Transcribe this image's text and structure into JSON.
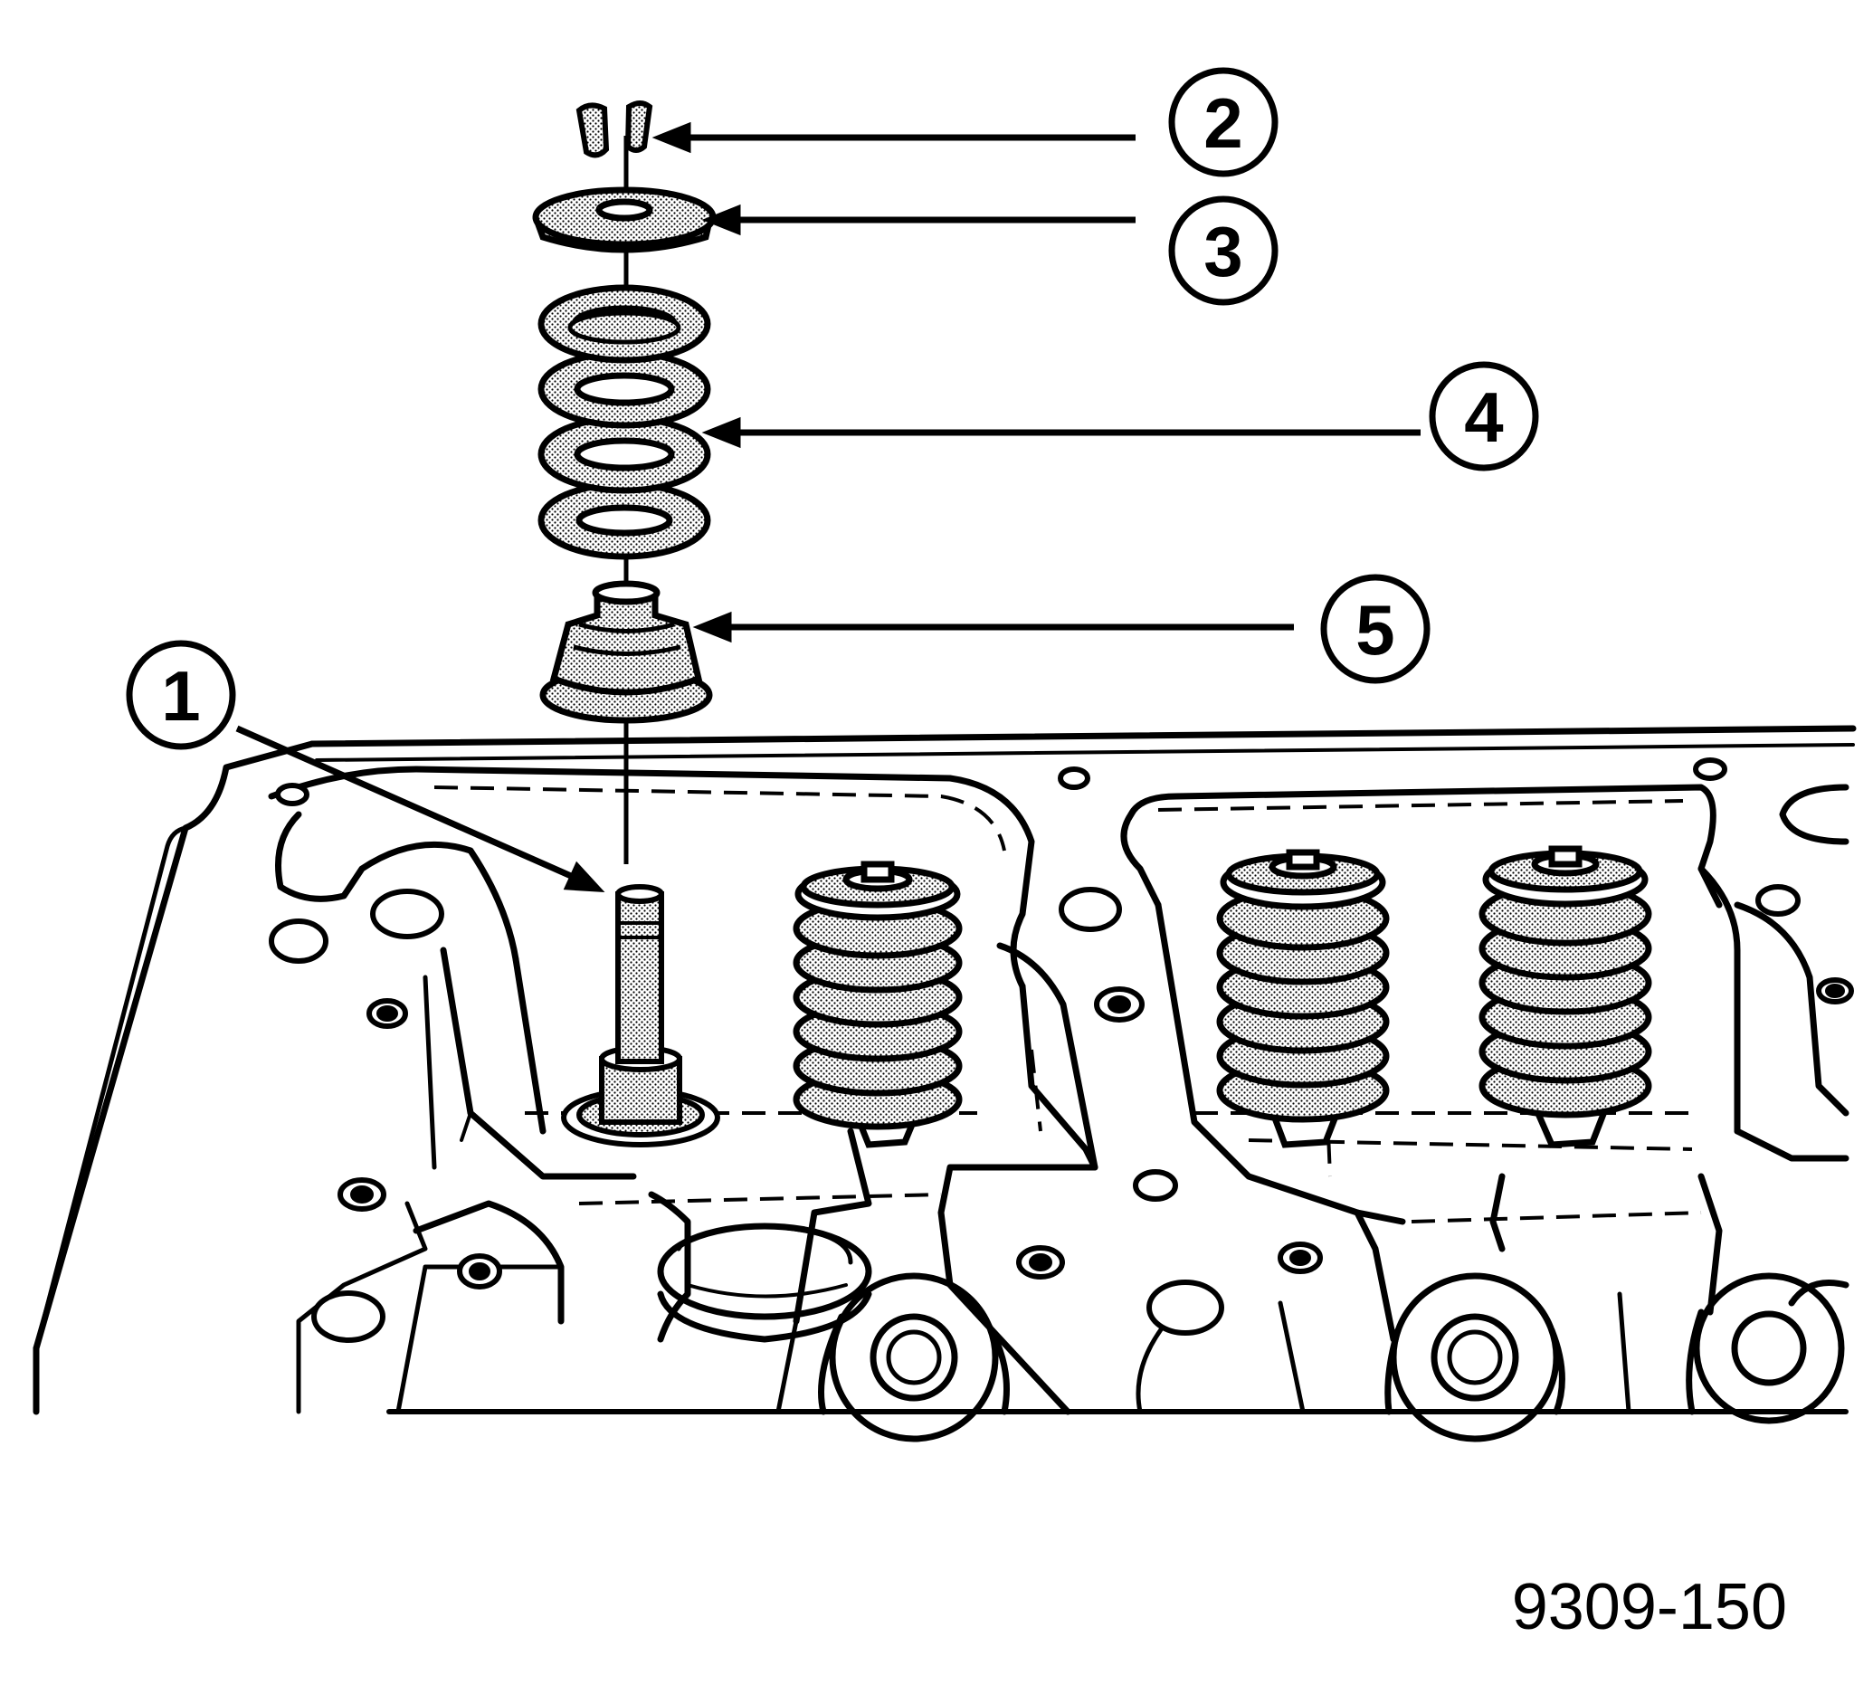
{
  "figure": {
    "number": "9309-150"
  },
  "callouts": [
    {
      "id": 1,
      "label": "1"
    },
    {
      "id": 2,
      "label": "2"
    },
    {
      "id": 3,
      "label": "3"
    },
    {
      "id": 4,
      "label": "4"
    },
    {
      "id": 5,
      "label": "5"
    }
  ],
  "colors": {
    "ink": "#000000",
    "paper": "#ffffff",
    "stipple": "#8a8a8a"
  }
}
